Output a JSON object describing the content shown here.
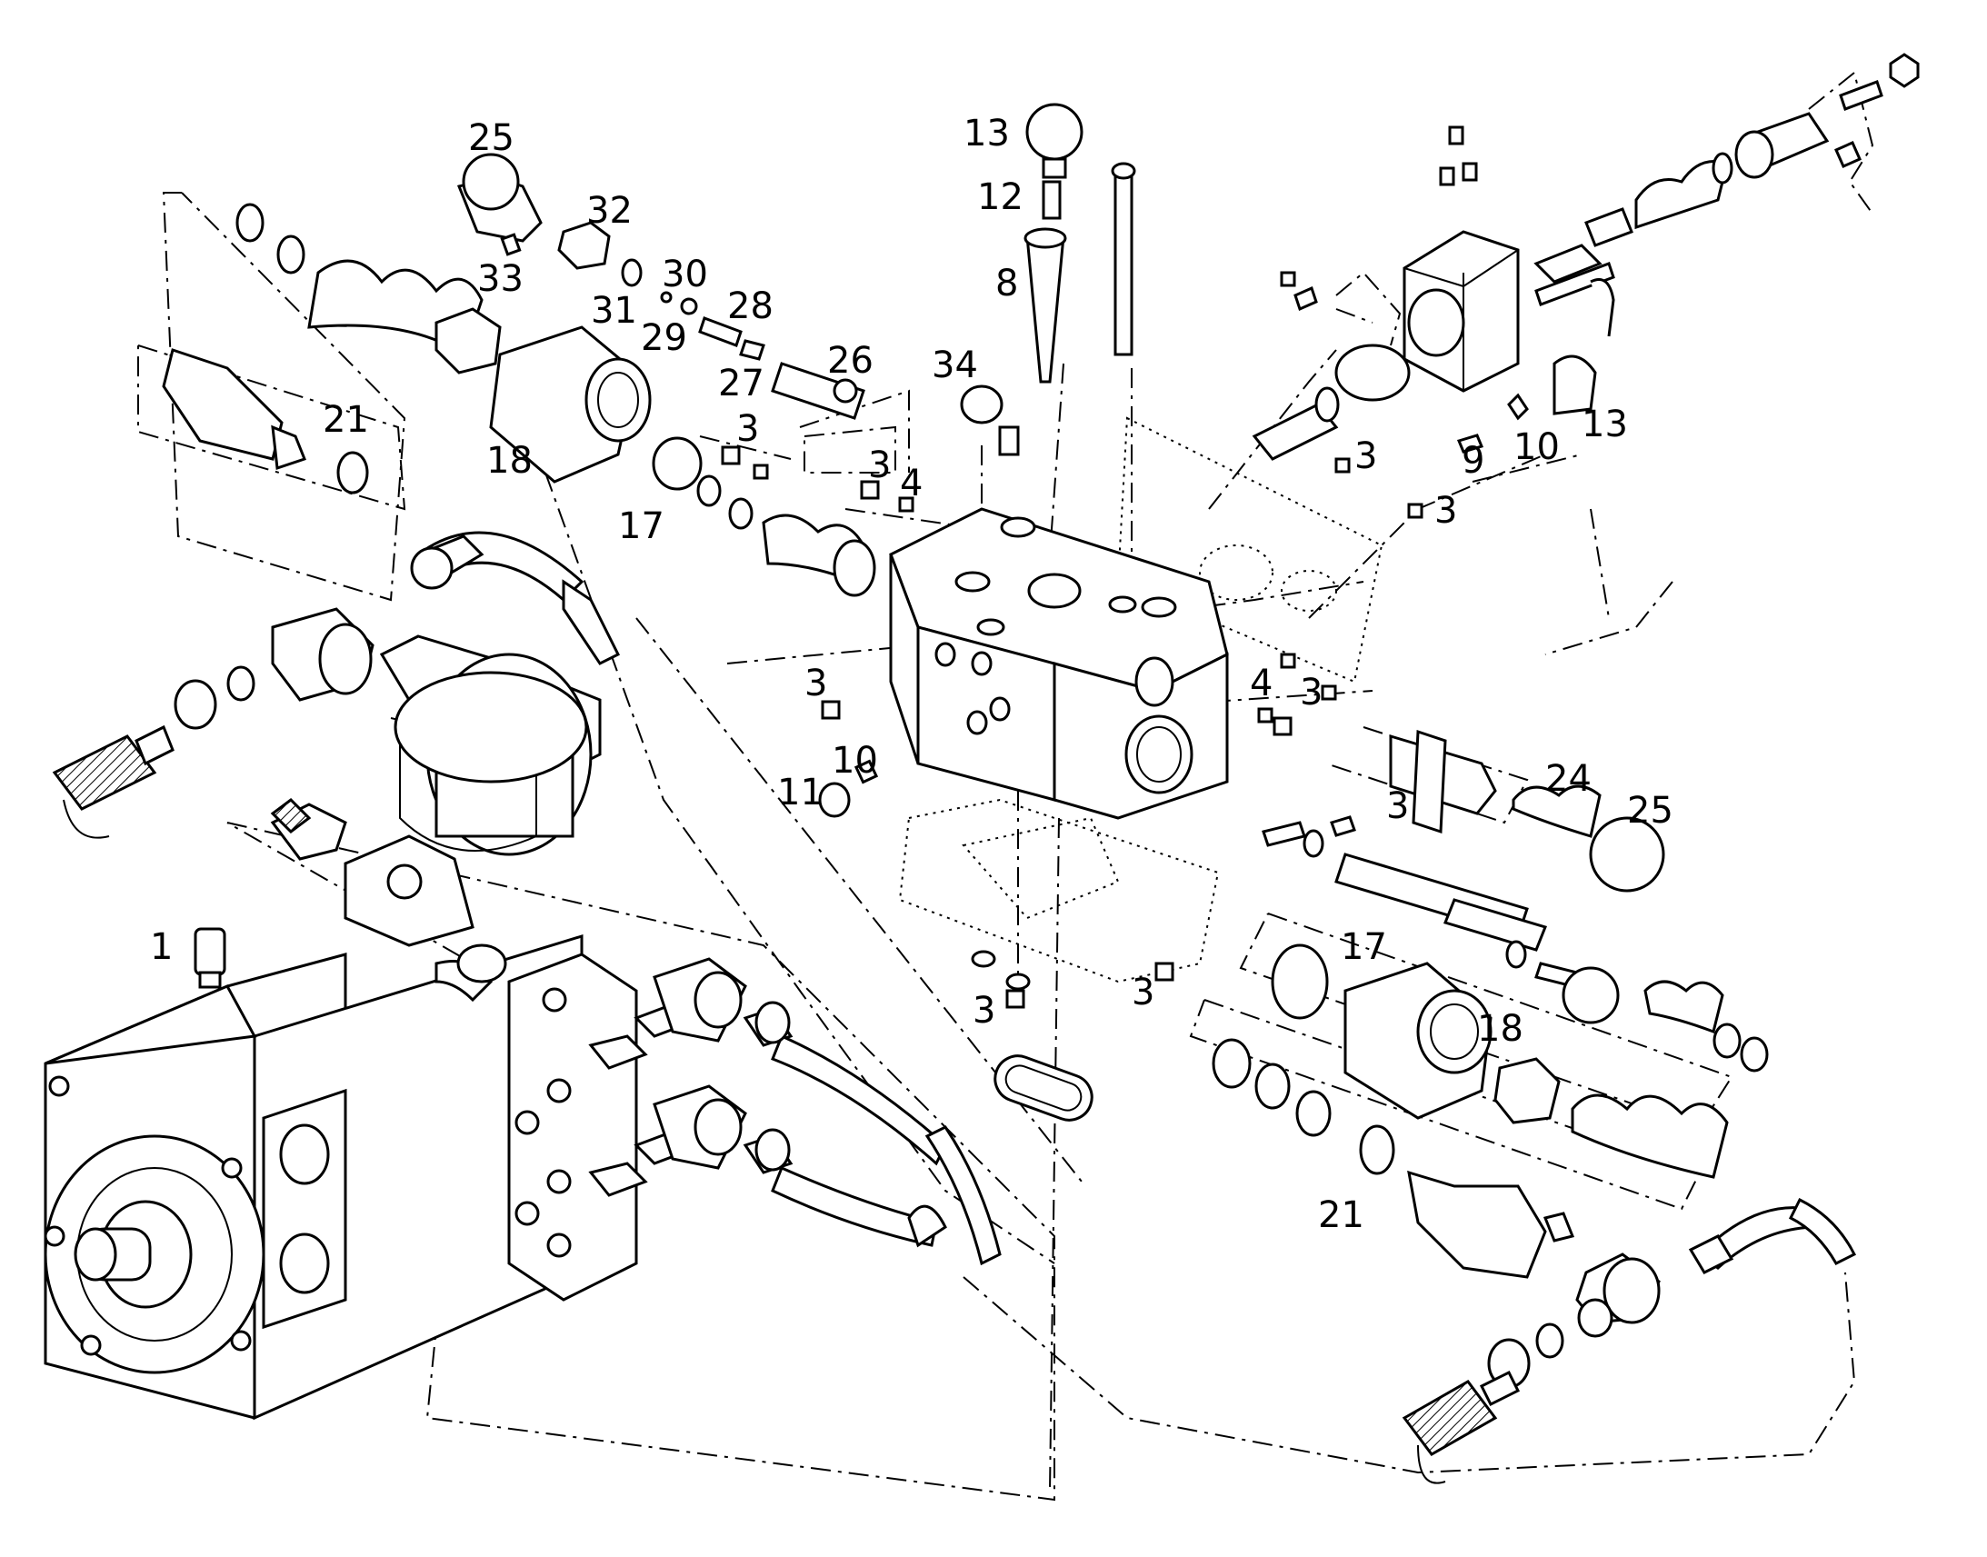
{
  "diagram": {
    "callouts": [
      {
        "id": "c1",
        "text": "1"
      },
      {
        "id": "c3a",
        "text": "3"
      },
      {
        "id": "c3b",
        "text": "3"
      },
      {
        "id": "c3c",
        "text": "3"
      },
      {
        "id": "c3d",
        "text": "3"
      },
      {
        "id": "c3e",
        "text": "3"
      },
      {
        "id": "c3f",
        "text": "3"
      },
      {
        "id": "c3g",
        "text": "3"
      },
      {
        "id": "c3h",
        "text": "3"
      },
      {
        "id": "c3i",
        "text": "3"
      },
      {
        "id": "c4a",
        "text": "4"
      },
      {
        "id": "c4b",
        "text": "4"
      },
      {
        "id": "c8",
        "text": "8"
      },
      {
        "id": "c9",
        "text": "9"
      },
      {
        "id": "c10a",
        "text": "10"
      },
      {
        "id": "c10b",
        "text": "10"
      },
      {
        "id": "c11",
        "text": "11"
      },
      {
        "id": "c12",
        "text": "12"
      },
      {
        "id": "c13a",
        "text": "13"
      },
      {
        "id": "c13b",
        "text": "13"
      },
      {
        "id": "c17a",
        "text": "17"
      },
      {
        "id": "c17b",
        "text": "17"
      },
      {
        "id": "c18a",
        "text": "18"
      },
      {
        "id": "c18b",
        "text": "18"
      },
      {
        "id": "c21a",
        "text": "21"
      },
      {
        "id": "c21b",
        "text": "21"
      },
      {
        "id": "c24",
        "text": "24"
      },
      {
        "id": "c25a",
        "text": "25"
      },
      {
        "id": "c25b",
        "text": "25"
      },
      {
        "id": "c26",
        "text": "26"
      },
      {
        "id": "c27",
        "text": "27"
      },
      {
        "id": "c28",
        "text": "28"
      },
      {
        "id": "c29",
        "text": "29"
      },
      {
        "id": "c30",
        "text": "30"
      },
      {
        "id": "c31",
        "text": "31"
      },
      {
        "id": "c32",
        "text": "32"
      },
      {
        "id": "c33",
        "text": "33"
      },
      {
        "id": "c34",
        "text": "34"
      }
    ]
  }
}
